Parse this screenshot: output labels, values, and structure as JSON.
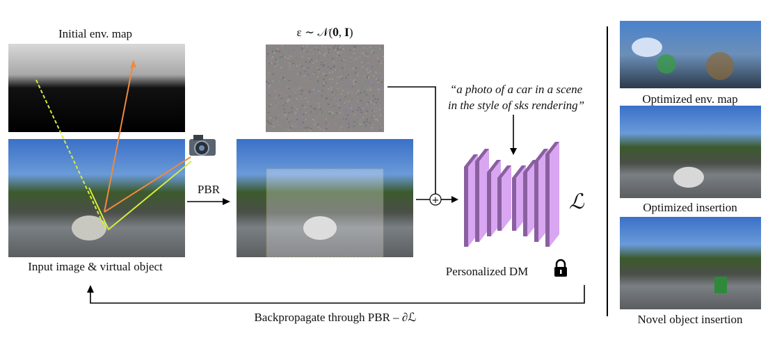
{
  "labels": {
    "initial_env_map": "Initial env. map",
    "noise_formula": "ε ∼ 𝒩(𝟎, 𝐈)",
    "input_image": "Input image & virtual object",
    "pbr": "PBR",
    "prompt_line1": "“a photo of a car in a scene",
    "prompt_line2": "in the style of sks rendering”",
    "loss": "ℒ",
    "personalized_dm": "Personalized DM",
    "backprop": "Backpropagate through PBR – ∂ℒ",
    "optimized_env_map": "Optimized env. map",
    "optimized_insertion": "Optimized insertion",
    "novel_insertion": "Novel object insertion"
  },
  "colors": {
    "dm_face": "#d9a6f2",
    "dm_side": "#8a5fa0",
    "ray_orange": "#f08a3c",
    "ray_yellow": "#d6ec3a",
    "bbox_yellow": "#e8c93a"
  }
}
